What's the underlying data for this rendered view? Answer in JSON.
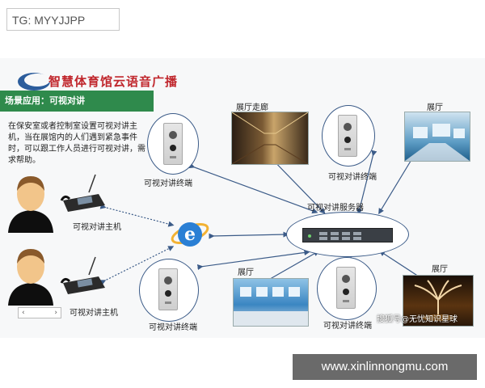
{
  "tag": "TG: MYYJJPP",
  "title": "智慧体育馆云语音广播",
  "banner": "场景应用：可视对讲",
  "description": "在保安室或者控制室设置可视对讲主机，当在展馆内的人们遇到紧急事件时，可以跟工作人员进行可视对讲，需求帮助。",
  "labels": {
    "corridor": "展厅走廊",
    "hall_top_right": "展厅",
    "hall_bottom_mid": "展厅",
    "hall_bottom_right": "展厅",
    "terminal_1": "可视对讲终端",
    "terminal_2": "可视对讲终端",
    "terminal_3": "可视对讲终端",
    "terminal_4": "可视对讲终端",
    "host_1": "可视对讲主机",
    "host_2": "可视对讲主机",
    "server": "可视对讲服务器"
  },
  "nav": {
    "prev": "‹",
    "next": "›"
  },
  "watermark": "搜狐号@无忧知识星球",
  "footer": "www.xinlinnongmu.com",
  "colors": {
    "banner": "#2f8a4c",
    "title": "#c0262c",
    "link": "#3b5b88"
  }
}
